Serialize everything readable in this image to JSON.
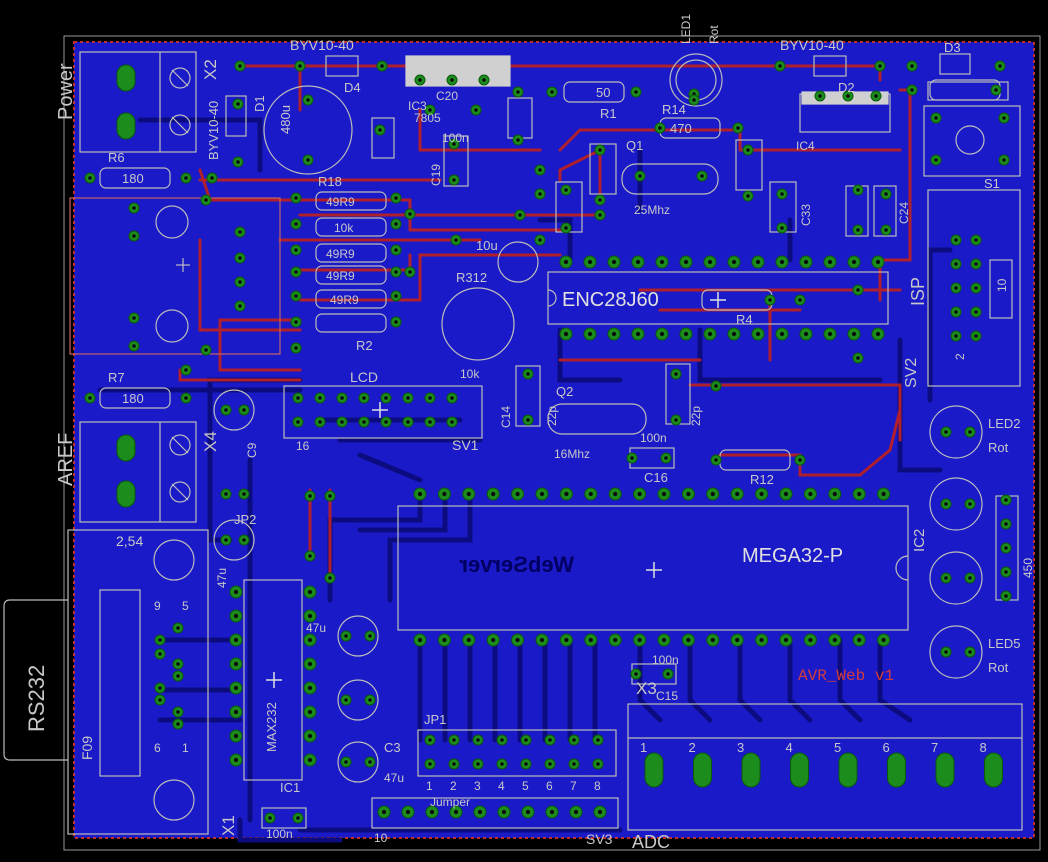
{
  "board": {
    "name": "AVR_Web v1",
    "mirror_text": "WebServer"
  },
  "labels": {
    "power": "Power",
    "aref": "AREF",
    "rs232": "RS232",
    "adc": "ADC",
    "lcd": "LCD",
    "isp": "ISP",
    "x1": "X1",
    "x2": "X2",
    "x3": "X3",
    "x4": "X4",
    "sv1": "SV1",
    "sv2": "SV2",
    "sv3": "SV3",
    "s1": "S1",
    "jp1": "JP1",
    "jp2": "JP2",
    "q1": "Q1",
    "q2": "Q2",
    "d1": "D1",
    "d2": "D2",
    "d3": "D3",
    "d4": "D4",
    "r1": "R1",
    "r2": "R2",
    "r4": "R4",
    "r6": "R6",
    "r7": "R7",
    "r12": "R12",
    "r14": "R14",
    "r18": "R18",
    "r312": "R312",
    "ic1": "IC1",
    "ic2": "IC2",
    "ic3": "IC3",
    "ic4": "IC4",
    "c3": "C3",
    "c9": "C9",
    "c14": "C14",
    "c15": "C15",
    "c16": "C16",
    "c19": "C19",
    "c20": "C20",
    "c24": "C24",
    "c33": "C33",
    "led1": "LED1",
    "led2": "LED2",
    "led5": "LED5",
    "rot": "Rot"
  },
  "values": {
    "byv1": "BYV10-40",
    "byv2": "BYV10-40",
    "byv3": "BYV10-40",
    "v180a": "180",
    "v180b": "180",
    "v49r9": "49R9",
    "v10k": "10k",
    "v10ka": "10k",
    "v470": "470",
    "v50": "50",
    "v100n": "100n",
    "v480u": "480u",
    "v10u": "10u",
    "v47u": "47u",
    "v47ua": "47u",
    "v4_7u": "47u",
    "v16mhz": "16Mhz",
    "v25mhz": "25Mhz",
    "v22p": "22p",
    "v22pa": "22p",
    "v254": "2,54",
    "v16": "16",
    "v2": "2",
    "v10": "10",
    "vf09": "F09",
    "enc": "ENC28J60",
    "mega": "MEGA32-P",
    "max232": "MAX232",
    "v7805": "7805",
    "jumper": "Jumper",
    "v450": "450"
  },
  "adc_pins": [
    "1",
    "2",
    "3",
    "4",
    "5",
    "6",
    "7",
    "8"
  ],
  "jp1_pins": [
    "1",
    "2",
    "3",
    "4",
    "5",
    "6",
    "7",
    "8"
  ],
  "rs232_pins": [
    "9",
    "5",
    "6",
    "1"
  ],
  "colors": {
    "board": "#1a1ac8",
    "trace_top": "#b0202c",
    "trace_bot": "#0b0b88",
    "pad": "#1c8c1c",
    "outline": "#bcbcbc"
  }
}
